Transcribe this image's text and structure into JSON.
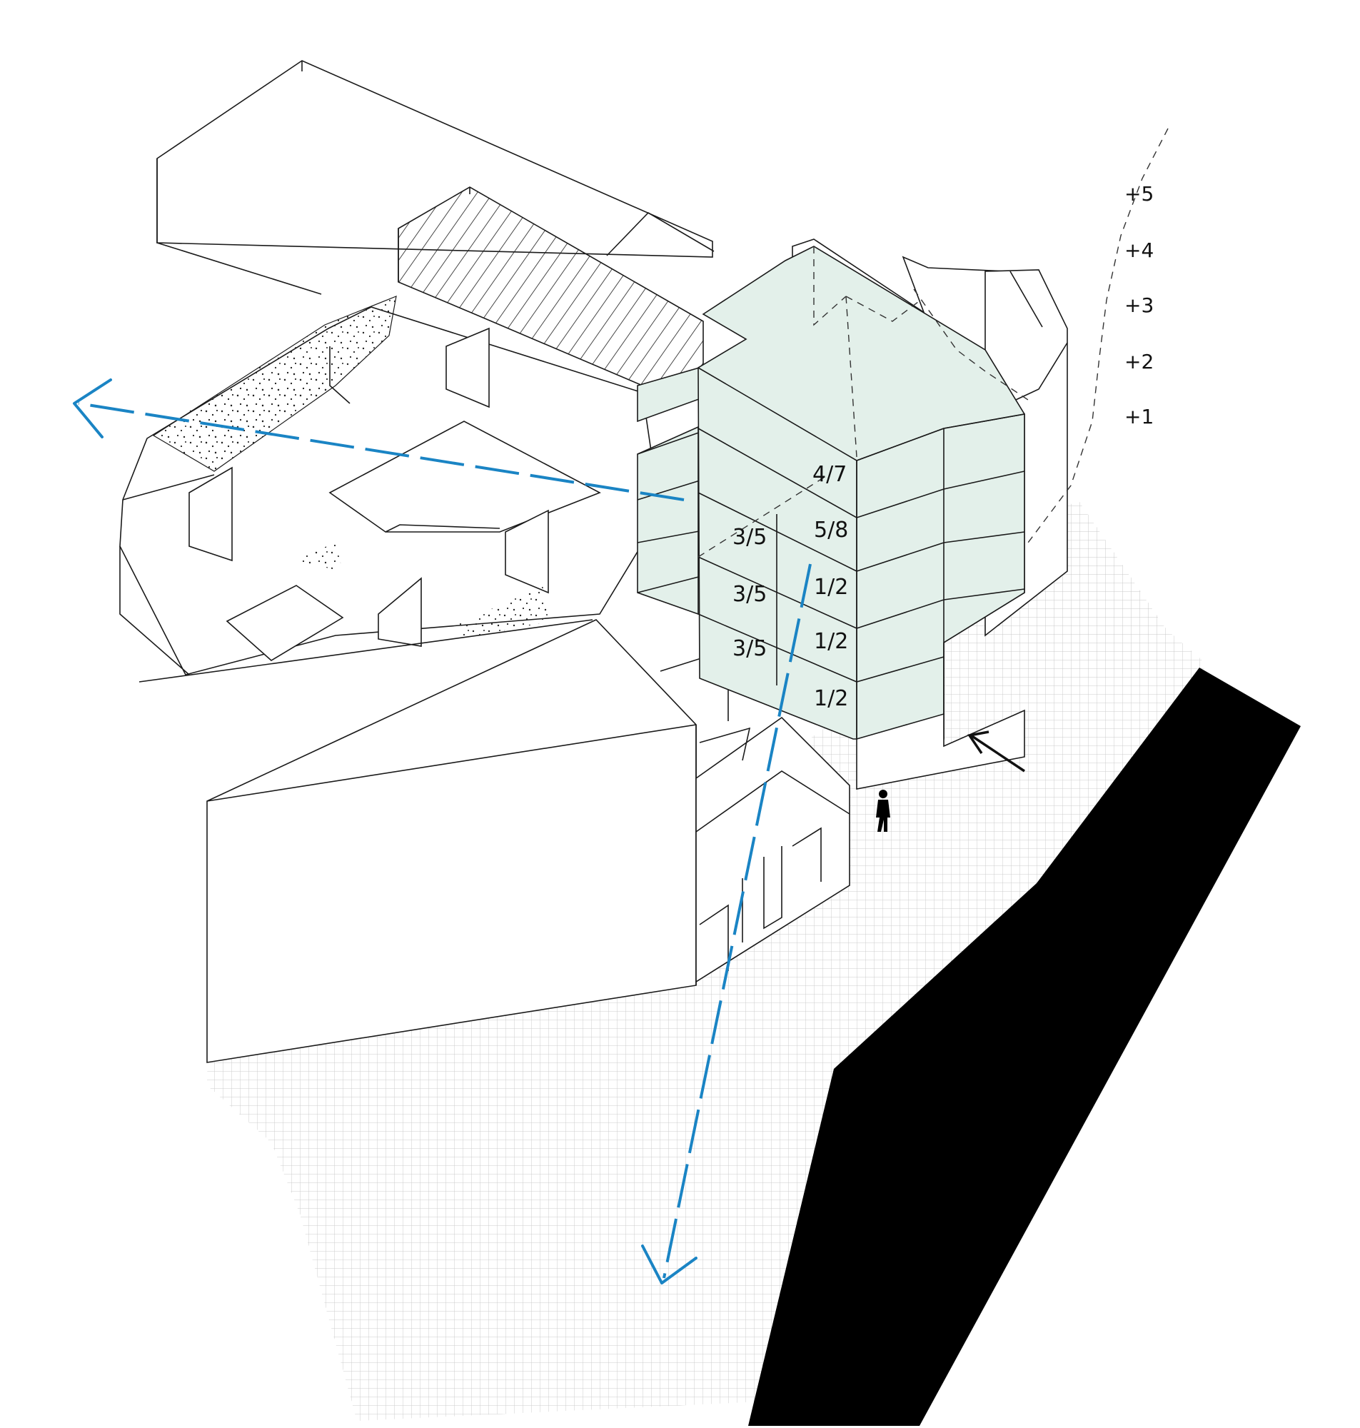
{
  "diagram": {
    "unit_labels": [
      {
        "id": "u-4-7",
        "text": "4/7"
      },
      {
        "id": "u-5-8",
        "text": "5/8"
      },
      {
        "id": "u-3-5-a",
        "text": "3/5"
      },
      {
        "id": "u-1-2-a",
        "text": "1/2"
      },
      {
        "id": "u-3-5-b",
        "text": "3/5"
      },
      {
        "id": "u-1-2-b",
        "text": "1/2"
      },
      {
        "id": "u-3-5-c",
        "text": "3/5"
      },
      {
        "id": "u-1-2-c",
        "text": "1/2"
      }
    ],
    "level_labels": [
      "+5",
      "+4",
      "+3",
      "+2",
      "+1"
    ],
    "colors": {
      "accent_blue": "#1a84c4",
      "glass_mint": "#e3f0ea",
      "line": "#1a1a1a",
      "water_black": "#000000"
    }
  }
}
